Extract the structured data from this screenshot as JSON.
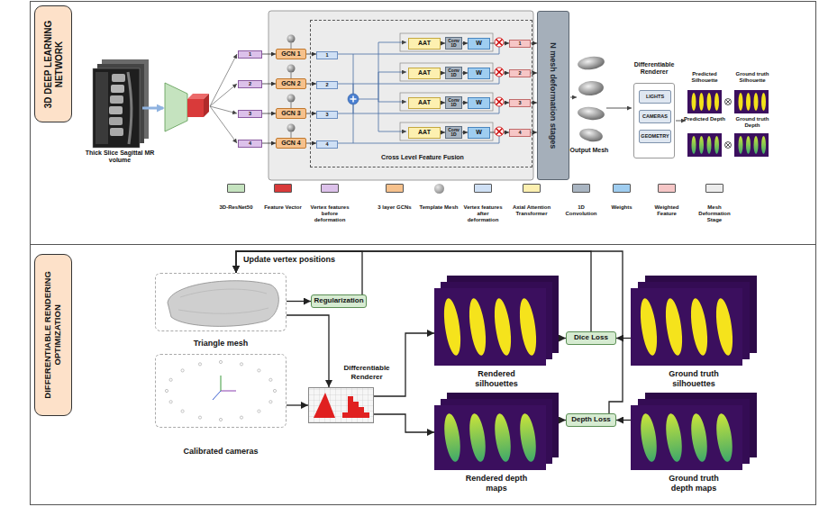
{
  "diagram": {
    "nodes": [
      {
        "text": [
          "3D DEEP LEARNING NETWORK"
        ]
      },
      {
        "text": [
          "1"
        ]
      },
      {
        "text": [
          "2"
        ]
      },
      {
        "text": [
          "3"
        ]
      },
      {
        "text": [
          "4"
        ]
      },
      {
        "text": [
          "GCN 1"
        ]
      },
      {
        "text": [
          "GCN 2"
        ]
      },
      {
        "text": [
          "GCN 3"
        ]
      },
      {
        "text": [
          "GCN 4"
        ]
      },
      {
        "text": [
          "Cross Level Feature Fusion"
        ]
      },
      {
        "text": [
          "1"
        ],
        "in": 9
      },
      {
        "text": [
          "2"
        ],
        "in": 9
      },
      {
        "text": [
          "3"
        ],
        "in": 9
      },
      {
        "text": [
          "4"
        ],
        "in": 9
      },
      {
        "text": [
          "AAT"
        ],
        "in": 9
      },
      {
        "text": [
          "AAT"
        ],
        "in": 9
      },
      {
        "text": [
          "AAT"
        ],
        "in": 9
      },
      {
        "text": [
          "AAT"
        ],
        "in": 9
      },
      {
        "text": [
          "Conv 1D"
        ],
        "in": 9
      },
      {
        "text": [
          "Conv 1D"
        ],
        "in": 9
      },
      {
        "text": [
          "Conv 1D"
        ],
        "in": 9
      },
      {
        "text": [
          "Conv 1D"
        ],
        "in": 9
      },
      {
        "text": [
          "W"
        ],
        "in": 9
      },
      {
        "text": [
          "W"
        ],
        "in": 9
      },
      {
        "text": [
          "W"
        ],
        "in": 9
      },
      {
        "text": [
          "W"
        ],
        "in": 9
      },
      {
        "text": [
          "1"
        ],
        "in": 9
      },
      {
        "text": [
          "2"
        ],
        "in": 9
      },
      {
        "text": [
          "3"
        ],
        "in": 9
      },
      {
        "text": [
          "4"
        ],
        "in": 9
      },
      {
        "text": [
          "N mesh deformation stages"
        ]
      },
      {
        "text": [
          "Differentiable Renderer"
        ]
      },
      {
        "text": [
          "LIGHTS"
        ],
        "in": 31
      },
      {
        "text": [
          "CAMERAS"
        ],
        "in": 31
      },
      {
        "text": [
          "GEOMETRY"
        ],
        "in": 31
      },
      {
        "text": [
          "DIFFERENTIABLE RENDERING OPTIMIZATION"
        ]
      },
      {
        "text": [
          "Triangle mesh"
        ]
      },
      {
        "text": [
          "Calibrated cameras"
        ]
      },
      {
        "text": [
          "Regularization"
        ]
      },
      {
        "text": [
          "Differentiable Renderer"
        ]
      },
      {
        "text": [
          "Rendered silhouettes"
        ]
      },
      {
        "text": [
          "Rendered depth maps"
        ]
      },
      {
        "text": [
          "Dice Loss"
        ]
      },
      {
        "text": [
          "Depth Loss"
        ]
      },
      {
        "text": [
          "Ground truth silhouettes"
        ]
      },
      {
        "text": [
          "Ground truth depth maps"
        ]
      }
    ],
    "edges": [
      {
        "from": 1,
        "to": 5,
        "arrow": "to"
      },
      {
        "from": 2,
        "to": 6,
        "arrow": "to"
      },
      {
        "from": 3,
        "to": 7,
        "arrow": "to"
      },
      {
        "from": 4,
        "to": 8,
        "arrow": "to"
      },
      {
        "from": 5,
        "to": 10,
        "arrow": "to"
      },
      {
        "from": 6,
        "to": 11,
        "arrow": "to"
      },
      {
        "from": 7,
        "to": 12,
        "arrow": "to"
      },
      {
        "from": 8,
        "to": 13,
        "arrow": "to"
      },
      {
        "from": 14,
        "to": 18,
        "arrow": "to"
      },
      {
        "from": 15,
        "to": 19,
        "arrow": "to"
      },
      {
        "from": 16,
        "to": 20,
        "arrow": "to"
      },
      {
        "from": 17,
        "to": 21,
        "arrow": "to"
      },
      {
        "from": 18,
        "to": 22,
        "arrow": "to"
      },
      {
        "from": 19,
        "to": 23,
        "arrow": "to"
      },
      {
        "from": 20,
        "to": 24,
        "arrow": "to"
      },
      {
        "from": 21,
        "to": 25,
        "arrow": "to"
      },
      {
        "from": 22,
        "to": 26,
        "arrow": "to"
      },
      {
        "from": 23,
        "to": 27,
        "arrow": "to"
      },
      {
        "from": 24,
        "to": 28,
        "arrow": "to"
      },
      {
        "from": 25,
        "to": 29,
        "arrow": "to"
      },
      {
        "from": 26,
        "to": 30,
        "arrow": "to"
      },
      {
        "from": 27,
        "to": 30,
        "arrow": "to"
      },
      {
        "from": 28,
        "to": 30,
        "arrow": "to"
      },
      {
        "from": 29,
        "to": 30,
        "arrow": "to"
      },
      {
        "from": 36,
        "to": 38,
        "arrow": "to"
      },
      {
        "from": 38,
        "to": 36,
        "arrow": "to"
      },
      {
        "from": 42,
        "to": 36,
        "arrow": "to"
      },
      {
        "from": 43,
        "to": 36,
        "arrow": "to"
      },
      {
        "from": 36,
        "to": 39,
        "arrow": "to"
      },
      {
        "from": 37,
        "to": 39,
        "arrow": "to"
      },
      {
        "from": 39,
        "to": 40,
        "arrow": "to"
      },
      {
        "from": 39,
        "to": 41,
        "arrow": "to"
      },
      {
        "from": 40,
        "to": 42,
        "arrow": "to"
      },
      {
        "from": 44,
        "to": 42,
        "arrow": "to"
      },
      {
        "from": 41,
        "to": 43,
        "arrow": "to"
      },
      {
        "from": 45,
        "to": 43,
        "arrow": "to"
      }
    ],
    "labels": [
      "Thick Slice Sagittal MR volume",
      "Output Mesh",
      "Predicted Silhouette",
      "Ground truth Silhouette",
      "Predicted Depth",
      "Ground truth Depth",
      "Update vertex positions"
    ],
    "legend": [
      {
        "text": "3D-ResNet50",
        "color": "#c5e3bf"
      },
      {
        "text": "Feature Vector",
        "color": "#d93a3a"
      },
      {
        "text": "Vertex features before deformation",
        "color": "#dcc1ea"
      },
      {
        "text": "3 layer GCNs",
        "color": "#f6c18c"
      },
      {
        "text": "Template Mesh"
      },
      {
        "text": "Vertex features after deformation",
        "color": "#cfe0f5"
      },
      {
        "text": "Axial Attention Transformer",
        "color": "#fdf0b0"
      },
      {
        "text": "1D Convolution",
        "color": "#a9b5c2"
      },
      {
        "text": "Weights",
        "color": "#9fcdf0"
      },
      {
        "text": "Weighted Feature",
        "color": "#f6c6c6"
      },
      {
        "text": "Mesh Deformation Stage",
        "color": "#ececec"
      }
    ]
  }
}
